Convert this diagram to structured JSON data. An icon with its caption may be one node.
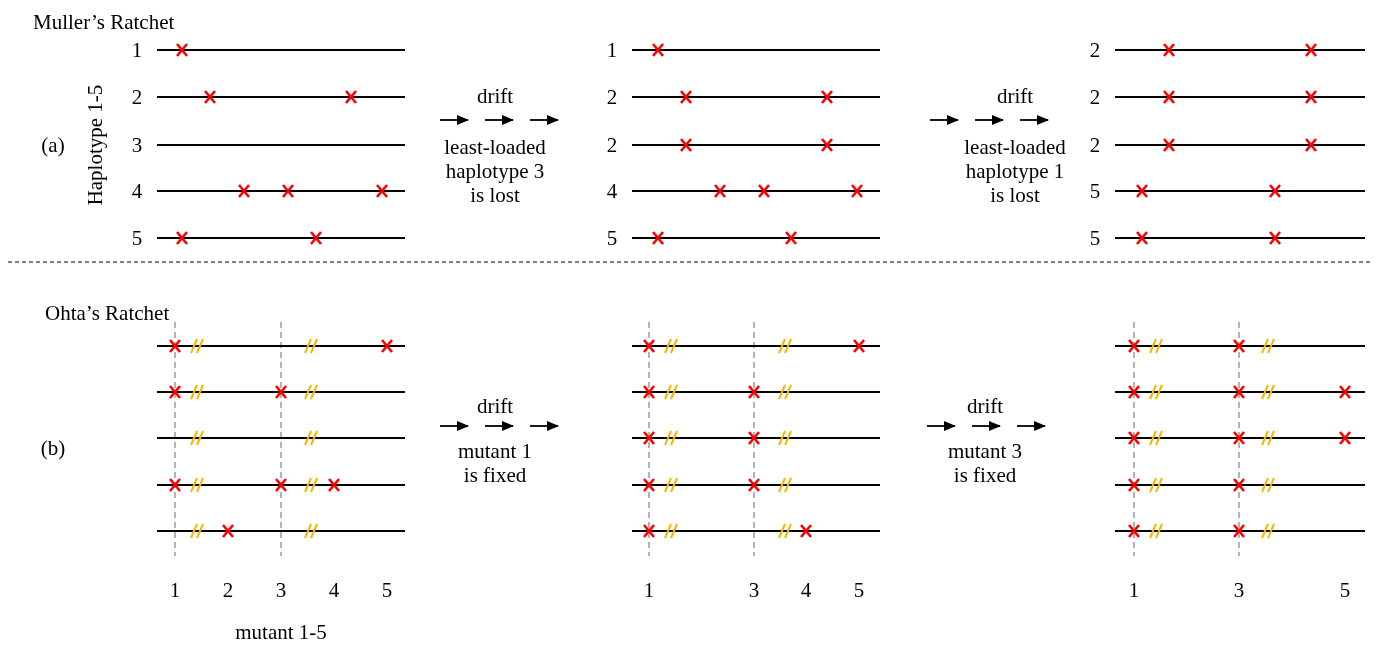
{
  "diagram": {
    "labels": [
      "Muller’s Ratchet",
      "1",
      "2",
      "3",
      "4",
      "5",
      "Haplotype 1-5",
      "(a)",
      "drift",
      "least-loaded haplotype 3 is lost",
      "1",
      "2",
      "2",
      "4",
      "5",
      "drift",
      "least-loaded haplotype 1 is lost",
      "2",
      "2",
      "2",
      "5",
      "5",
      "Ohta’s Ratchet",
      "(b)",
      "drift",
      "mutant 1 is fixed",
      "drift",
      "mutant 3 is fixed",
      "1",
      "2",
      "3",
      "4",
      "5",
      "1",
      "3",
      "4",
      "5",
      "1",
      "3",
      "5",
      "mutant 1-5"
    ]
  }
}
